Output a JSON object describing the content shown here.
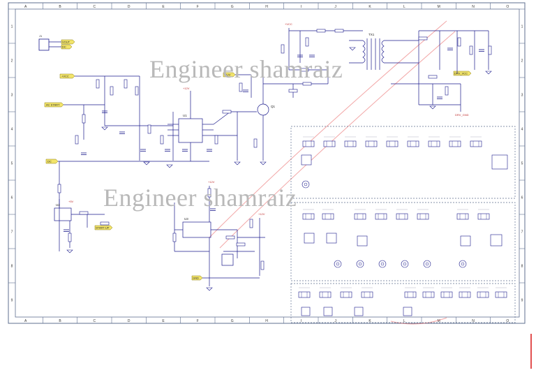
{
  "watermarks": [
    "Engineer shamraiz",
    "Engineer shamraiz"
  ],
  "frame": {
    "col_labels": [
      "A",
      "B",
      "C",
      "D",
      "E",
      "F",
      "G",
      "H",
      "I",
      "J",
      "K",
      "L",
      "M",
      "N",
      "O"
    ],
    "row_labels": [
      "1",
      "2",
      "3",
      "4",
      "5",
      "6",
      "7",
      "8",
      "9"
    ]
  },
  "net_labels": {
    "vcc_a": "+VCC",
    "vcc_b": "DC",
    "vout": "VOUT",
    "ac_start": "AC START",
    "dc": "DC",
    "v12_top": "+12V",
    "drv_vcc": "DRV_VCC",
    "drv_gnd": "DRV_GND",
    "start_up": "START-UP",
    "v12_a": "+12V",
    "v12_b": "+12V",
    "v5": "+5V",
    "gnd_lbl": "GND"
  },
  "components": {
    "transformer": "TX1",
    "mosfet": "Q1",
    "controller": "U1",
    "optocoupler": "U2",
    "regulator": "U3",
    "connector": "J1"
  },
  "colors": {
    "wire": "#1a1a8c",
    "net_fill": "#f2e46b",
    "border": "#5f6f8f",
    "stamp": "#e86060",
    "watermark": "#b9b9b9"
  }
}
